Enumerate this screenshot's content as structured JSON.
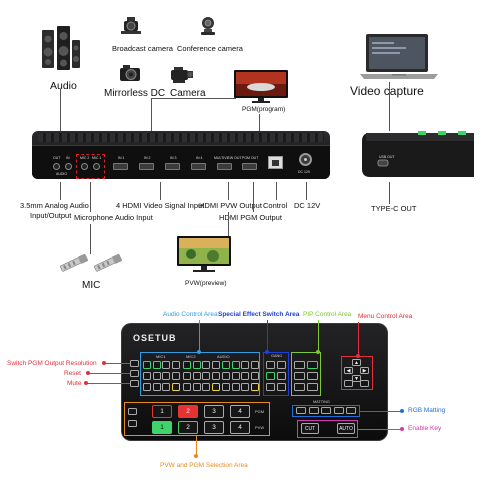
{
  "top_labels": {
    "audio": "Audio",
    "broadcast_camera": "Broadcast camera",
    "conference_camera": "Conference camera",
    "mirrorless_dc": "Mirrorless DC",
    "camera": "Camera",
    "pgm_program": "PGM(program)",
    "video_capture": "Video capture"
  },
  "device_port_labels": {
    "out": "OUT",
    "in": "IN",
    "audio": "AUDIO",
    "mic2": "MIC 2",
    "mic1": "MIC 1",
    "in1": "IN 1",
    "in2": "IN 2",
    "in3": "IN 3",
    "in4": "IN 4",
    "multiview_out": "MULTIVIEW OUT",
    "pgm_out": "PGM OUT",
    "dc": "DC 12V",
    "usb_out": "USB OUT"
  },
  "port_callouts": {
    "analog_audio_line1": "3.5mm Analog Audio",
    "analog_audio_line2": "Input/Output",
    "microphone_audio_input": "Microphone Audio Input",
    "hdmi_video_signal_input": "4 HDMI Video Signal Input",
    "hdmi_pvw_output": "HDMI PVW Output",
    "hdmi_pgm_output": "HDMI PGM Output",
    "control": "Control",
    "dc_12v": "DC 12V",
    "type_c_out": "TYPE-C OUT",
    "mic": "MIC",
    "pvw_preview": "PVW(preview)"
  },
  "panel": {
    "brand": "OSETUB",
    "audio_channels": [
      "MIC1",
      "MIC2",
      "AUDIO"
    ],
    "gang_label": "GANG",
    "matting_label": "MATTING",
    "pgm_row": [
      "1",
      "2",
      "3",
      "4"
    ],
    "pvw_row": [
      "1",
      "2",
      "3",
      "4"
    ],
    "pgm_label": "PGM",
    "pvw_label": "PVW",
    "cut_label": "CUT",
    "auto_label": "AUTO"
  },
  "panel_callouts": {
    "audio_control_area": "Audio Control Area",
    "special_effect_switch_area": "Special Effect Switch Area",
    "pip_control_area": "PIP Control Area",
    "menu_control_area": "Menu Control Area",
    "switch_pgm_output_resolution": "Switch PGM Output Resolution",
    "reset": "Reset",
    "mute": "Mute",
    "rgb_matting": "RGB Matting",
    "enable_key": "Enable Key",
    "pvw_pgm_selection_area": "PVW and PGM Selection Area"
  },
  "colors": {
    "audio_area": "#2f9ee0",
    "special_effect_area": "#1f3fd6",
    "pip_area": "#7ec832",
    "menu_area": "#e0303a",
    "callout_red": "#e0303a",
    "rgb_blue": "#1f6fd6",
    "enable_key": "#d23bb0",
    "selection_orange": "#e88a1f",
    "pgm_red": "#e33333",
    "pvw_green": "#3fd46a"
  }
}
